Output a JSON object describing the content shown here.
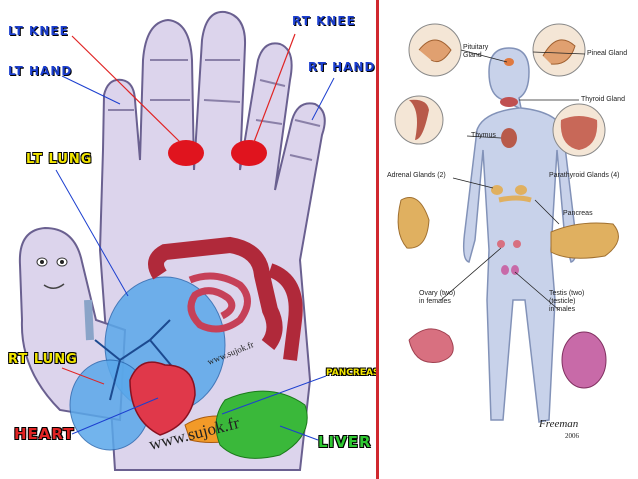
{
  "left_panel": {
    "labels": {
      "lt_knee": "LT KNEE",
      "lt_hand": "LT HAND",
      "rt_knee": "RT KNEE",
      "rt_hand": "RT HAND",
      "lt_lung": "LT LUNG",
      "rt_lung": "RT LUNG",
      "heart": "HEART",
      "pancreas": "PANCREAS",
      "liver": "LIVER"
    },
    "watermark_small": "www.sujok.fr",
    "watermark_large": "www.sujok.fr"
  },
  "right_panel": {
    "labels": {
      "pituitary": "Pituitary\nGland",
      "pineal": "Pineal Gland",
      "thyroid": "Thyroid Gland",
      "thymus": "Thymus",
      "adrenal": "Adrenal Glands (2)",
      "parathyroid": "Parathyroid Glands (4)",
      "pancreas": "Pancreas",
      "ovary": "Ovary (two)\nin females",
      "testis": "Testis (two)\n(testicle)\nin males"
    },
    "signature": "Freeman",
    "signature_year": "2006"
  },
  "colors": {
    "divider": "#d0282e",
    "label_blue": "#1c3fcf",
    "label_yellow": "#f2e600",
    "label_red": "#e02424",
    "label_green": "#2fc832",
    "lung": "#5aa8ea",
    "heart": "#e0384a",
    "intestine": "#b0293a",
    "liver": "#3ab83a",
    "knee_marker": "#e0141e"
  }
}
